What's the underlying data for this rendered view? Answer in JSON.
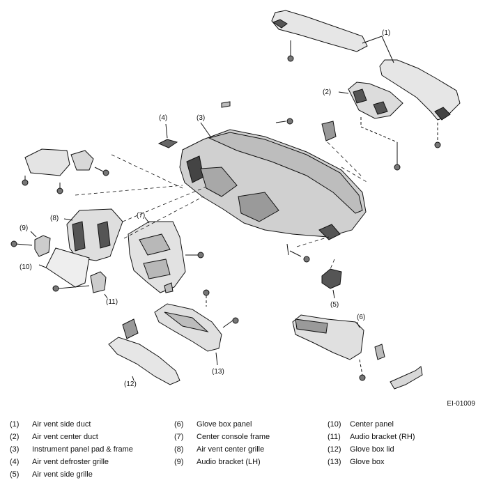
{
  "figure_id": "EI-01009",
  "callouts": [
    "(1)",
    "(2)",
    "(3)",
    "(4)",
    "(5)",
    "(6)",
    "(7)",
    "(8)",
    "(9)",
    "(10)",
    "(11)",
    "(12)",
    "(13)"
  ],
  "legend": {
    "columns": [
      [
        {
          "num": "(1)",
          "label": "Air vent side duct"
        },
        {
          "num": "(2)",
          "label": "Air vent center duct"
        },
        {
          "num": "(3)",
          "label": "Instrument panel pad & frame"
        },
        {
          "num": "(4)",
          "label": "Air vent defroster grille"
        },
        {
          "num": "(5)",
          "label": "Air vent side grille"
        }
      ],
      [
        {
          "num": "(6)",
          "label": "Glove box panel"
        },
        {
          "num": "(7)",
          "label": "Center console frame"
        },
        {
          "num": "(8)",
          "label": "Air vent center grille"
        },
        {
          "num": "(9)",
          "label": "Audio bracket (LH)"
        }
      ],
      [
        {
          "num": "(10)",
          "label": "Center panel"
        },
        {
          "num": "(11)",
          "label": "Audio bracket (RH)"
        },
        {
          "num": "(12)",
          "label": "Glove box lid"
        },
        {
          "num": "(13)",
          "label": "Glove box"
        }
      ]
    ]
  }
}
